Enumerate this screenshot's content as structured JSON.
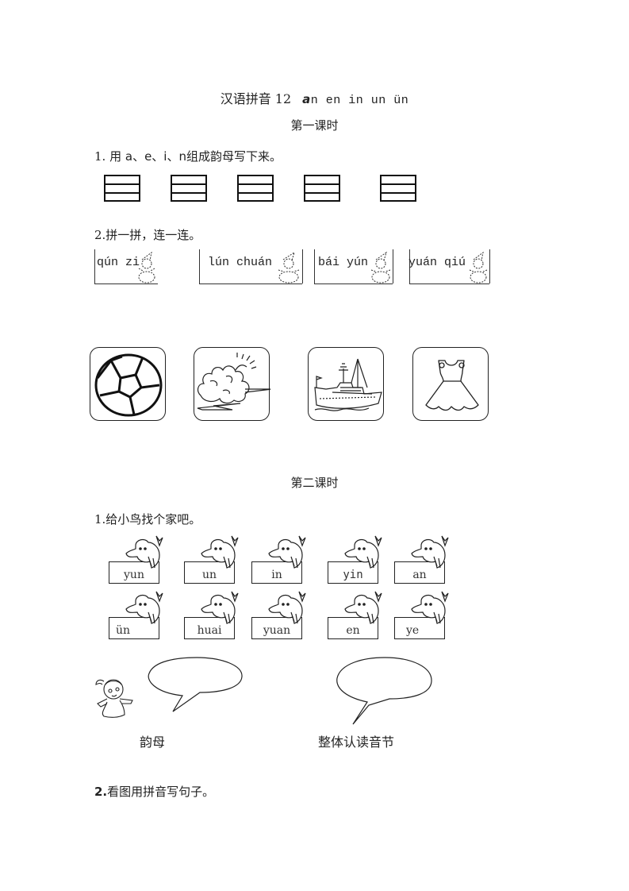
{
  "header": {
    "title_cn": "汉语拼音 12",
    "title_pinyin_first": "a",
    "title_pinyin_rest": "n en in un ün",
    "lesson1": "第一课时",
    "lesson2": "第二课时"
  },
  "lesson1": {
    "q1": {
      "number": "1.",
      "text_prefix": "用",
      "letters": "a、e、i、n",
      "text_suffix": "组成韵母写下来。",
      "grid_count": 5
    },
    "q2": {
      "label": "2.拼一拼，连一连。",
      "cards": [
        {
          "pinyin": "qún zi"
        },
        {
          "pinyin": "lún chuán"
        },
        {
          "pinyin": "bái yún"
        },
        {
          "pinyin": "yuán qiú"
        }
      ],
      "pictures": [
        {
          "icon": "soccer-ball-icon"
        },
        {
          "icon": "clouds-icon"
        },
        {
          "icon": "ship-icon"
        },
        {
          "icon": "dress-icon"
        }
      ]
    }
  },
  "lesson2": {
    "q1": {
      "label": "1.给小鸟找个家吧。",
      "row1": [
        "yun",
        "un",
        "in",
        "yin",
        "an"
      ],
      "row2": [
        "ün",
        "huai",
        "yuan",
        "en",
        "ye"
      ],
      "bubble_left_label": "韵母",
      "bubble_right_label": "整体认读音节"
    },
    "q2": {
      "number": "2.",
      "text": "看图用拼音写句子。"
    }
  }
}
